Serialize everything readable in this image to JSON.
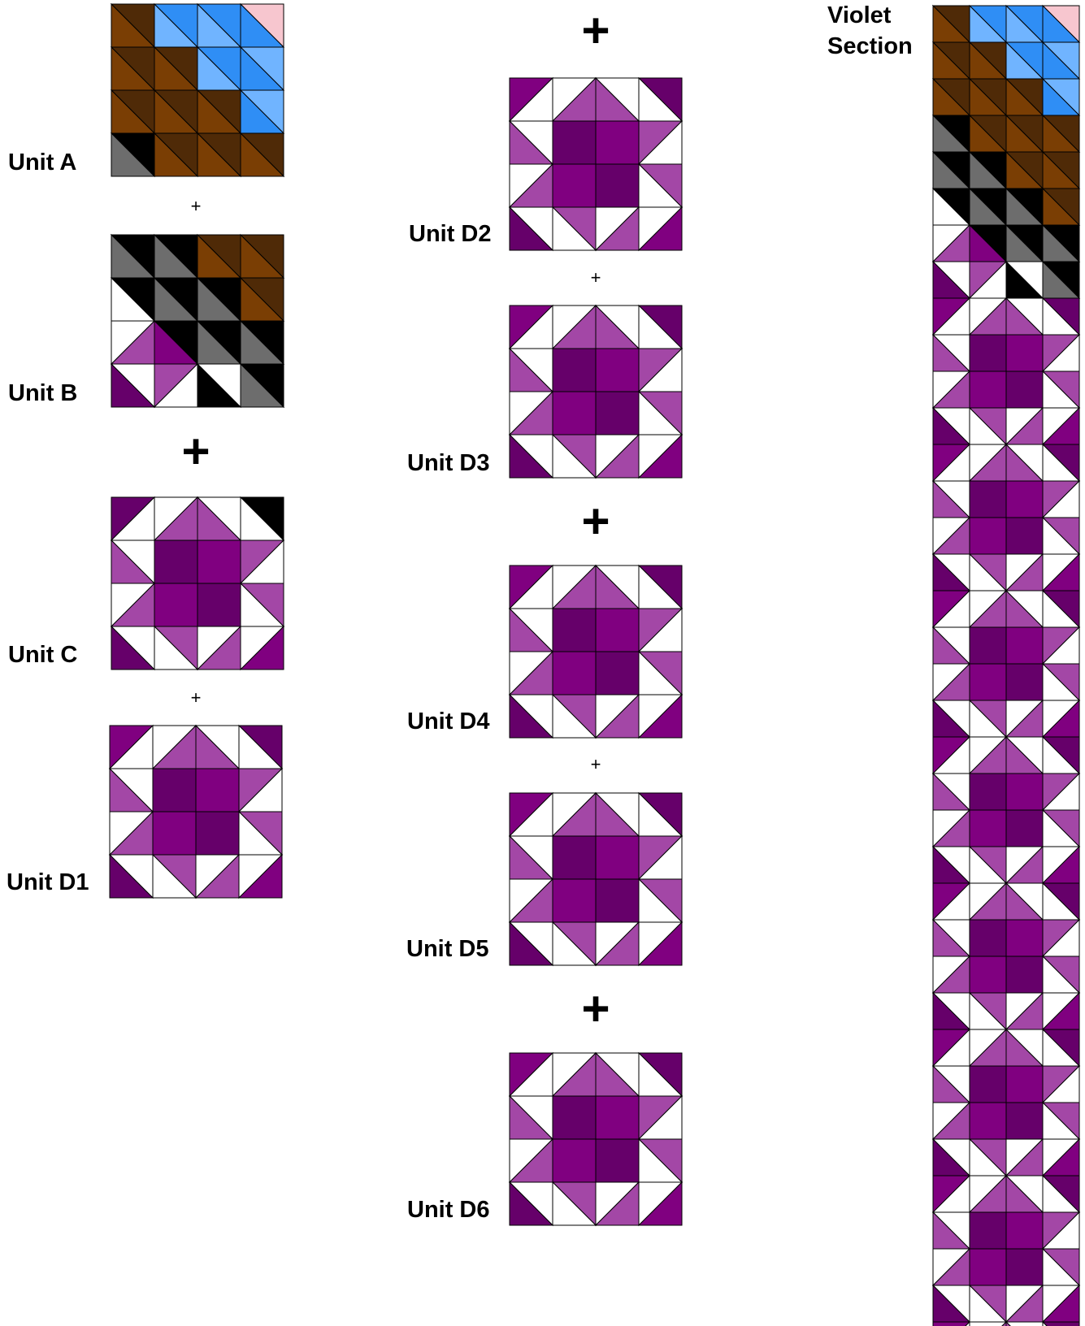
{
  "colors": {
    "dark_brown": "#4f2a07",
    "brown": "#7a3e04",
    "light_blue": "#70b4ff",
    "blue": "#2f8ef5",
    "pink": "#f7c6cf",
    "black": "#000000",
    "gray": "#6d6d6d",
    "white": "#ffffff",
    "light_purple": "#a347a6",
    "purple": "#800080",
    "dark_purple": "#66006a"
  },
  "units": [
    {
      "label": "Unit A",
      "pattern": "A"
    },
    {
      "label": "Unit B",
      "pattern": "B"
    },
    {
      "label": "Unit C",
      "pattern": "C"
    },
    {
      "label": "Unit D1",
      "pattern": "D"
    },
    {
      "label": "Unit D2",
      "pattern": "D"
    },
    {
      "label": "Unit D3",
      "pattern": "D"
    },
    {
      "label": "Unit D4",
      "pattern": "D"
    },
    {
      "label": "Unit D5",
      "pattern": "D"
    },
    {
      "label": "Unit D6",
      "pattern": "D"
    }
  ],
  "section": {
    "title_line1": "Violet",
    "title_line2": "Section"
  },
  "plus_sign": "+"
}
